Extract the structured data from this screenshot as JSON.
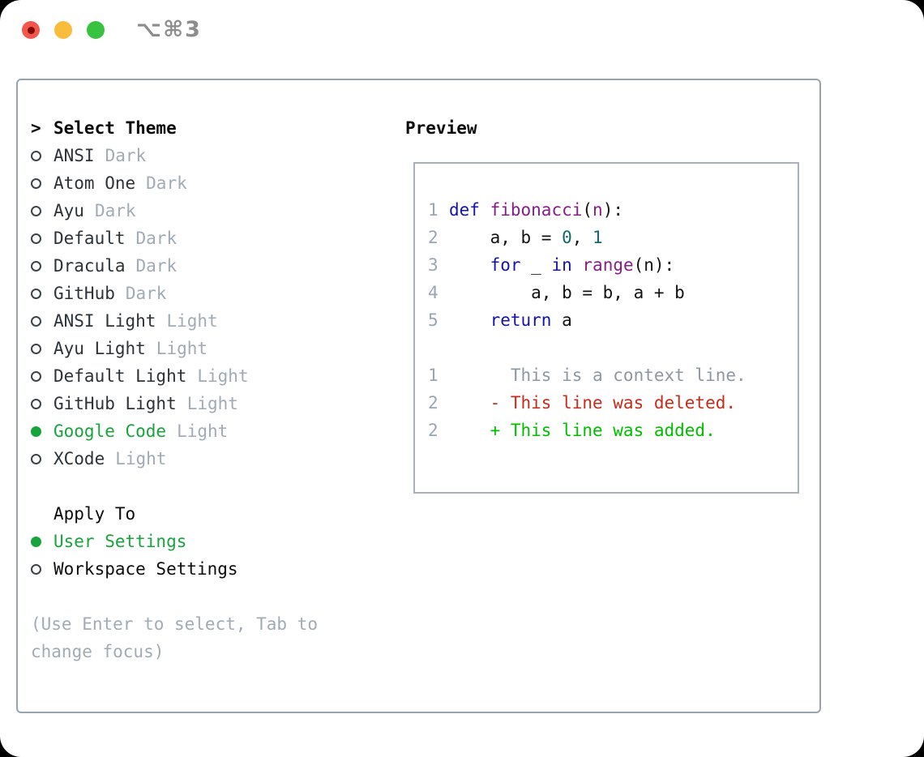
{
  "titlebar": {
    "title": "⌥⌘3"
  },
  "theme_selector": {
    "header_marker": ">",
    "header_label": "Select Theme",
    "items": [
      {
        "label": "ANSI",
        "tag": "Dark",
        "selected": false
      },
      {
        "label": "Atom One",
        "tag": "Dark",
        "selected": false
      },
      {
        "label": "Ayu",
        "tag": "Dark",
        "selected": false
      },
      {
        "label": "Default",
        "tag": "Dark",
        "selected": false
      },
      {
        "label": "Dracula",
        "tag": "Dark",
        "selected": false
      },
      {
        "label": "GitHub",
        "tag": "Dark",
        "selected": false
      },
      {
        "label": "ANSI Light",
        "tag": "Light",
        "selected": false
      },
      {
        "label": "Ayu Light",
        "tag": "Light",
        "selected": false
      },
      {
        "label": "Default Light",
        "tag": "Light",
        "selected": false
      },
      {
        "label": "GitHub Light",
        "tag": "Light",
        "selected": false
      },
      {
        "label": "Google Code",
        "tag": "Light",
        "selected": true
      },
      {
        "label": "XCode",
        "tag": "Light",
        "selected": false
      }
    ]
  },
  "apply_to": {
    "header": "Apply To",
    "options": [
      {
        "label": "User Settings",
        "selected": true
      },
      {
        "label": "Workspace Settings",
        "selected": false
      }
    ]
  },
  "hint": {
    "line1": "(Use Enter to select, Tab to",
    "line2": "change focus)"
  },
  "preview": {
    "header": "Preview",
    "code_lines": [
      {
        "num": "1",
        "segments": [
          {
            "t": "def",
            "c": "kw"
          },
          {
            "t": " ",
            "c": "pl"
          },
          {
            "t": "fibonacci",
            "c": "fn"
          },
          {
            "t": "(",
            "c": "pl"
          },
          {
            "t": "n",
            "c": "fn"
          },
          {
            "t": "):",
            "c": "pl"
          }
        ]
      },
      {
        "num": "2",
        "segments": [
          {
            "t": "    a, b = ",
            "c": "pl"
          },
          {
            "t": "0",
            "c": "lit"
          },
          {
            "t": ", ",
            "c": "pl"
          },
          {
            "t": "1",
            "c": "lit"
          }
        ]
      },
      {
        "num": "3",
        "segments": [
          {
            "t": "    ",
            "c": "pl"
          },
          {
            "t": "for",
            "c": "kw"
          },
          {
            "t": " _ ",
            "c": "pl"
          },
          {
            "t": "in",
            "c": "kw"
          },
          {
            "t": " ",
            "c": "pl"
          },
          {
            "t": "range",
            "c": "fn"
          },
          {
            "t": "(n):",
            "c": "pl"
          }
        ]
      },
      {
        "num": "4",
        "segments": [
          {
            "t": "        a, b = b, a + b",
            "c": "pl"
          }
        ]
      },
      {
        "num": "5",
        "segments": [
          {
            "t": "    ",
            "c": "pl"
          },
          {
            "t": "return",
            "c": "kw"
          },
          {
            "t": " a",
            "c": "pl"
          }
        ]
      },
      {
        "num": "",
        "segments": []
      },
      {
        "num": "1",
        "segments": [
          {
            "t": "      This is a context line.",
            "c": "ctx"
          }
        ]
      },
      {
        "num": "2",
        "segments": [
          {
            "t": "    - This line was deleted.",
            "c": "del"
          }
        ]
      },
      {
        "num": "2",
        "segments": [
          {
            "t": "    + This line was added.",
            "c": "add"
          }
        ]
      }
    ]
  },
  "colors": {
    "panel-border": "#99a3ad",
    "preview-border": "#a8b0ba",
    "title-gray": "#8d8d8d",
    "text-dark": "#2c3237",
    "muted": "#a1abb5",
    "black": "#0c0c0c",
    "green-sel": "#18a43c",
    "kw": "#1414ab",
    "fn": "#871e87",
    "lit": "#0f6b6b",
    "lnum": "#9aa5b2",
    "ctx": "#8e98a2",
    "del": "#c52d1b",
    "add": "#00bd00",
    "tl-red": "#f4564e",
    "tl-red-dot": "#7d0d06",
    "tl-yellow": "#f8bd3d",
    "tl-green": "#37c23f"
  }
}
